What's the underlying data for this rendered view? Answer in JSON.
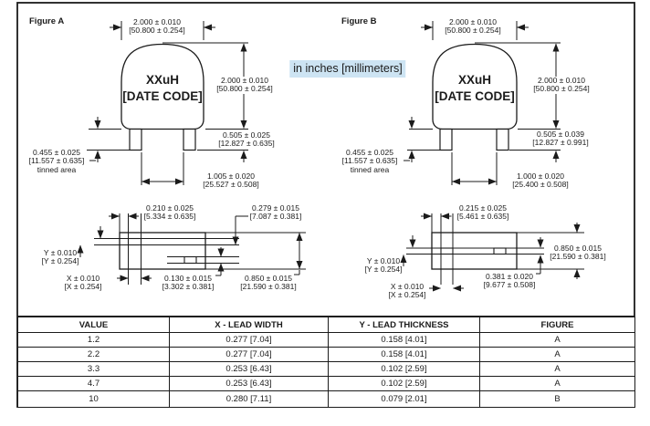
{
  "note": {
    "units": "in inches [millimeters]"
  },
  "figure_a": {
    "title": "Figure A",
    "marking": {
      "line1": "XXuH",
      "line2": "[DATE CODE]"
    },
    "front": {
      "width_in": "2.000 ± 0.010",
      "width_mm": "[50.800 ± 0.254]",
      "height_in": "2.000 ± 0.010",
      "height_mm": "[50.800 ± 0.254]",
      "lead_length_in": "0.505 ± 0.025",
      "lead_length_mm": "[12.827 ± 0.635]",
      "lead_spacing_in": "1.005 ± 0.020",
      "lead_spacing_mm": "[25.527 ± 0.508]",
      "tinned_in": "0.455 ± 0.025",
      "tinned_mm": "[11.557 ± 0.635]",
      "tinned_note": "tinned area"
    },
    "bottom": {
      "inset_in": "0.210 ± 0.025",
      "inset_mm": "[5.334 ± 0.635]",
      "depth_in": "0.279 ± 0.015",
      "depth_mm": "[7.087 ± 0.381]",
      "y_in": "Y ± 0.010",
      "y_mm": "[Y ± 0.254]",
      "x_in": "X ± 0.010",
      "x_mm": "[X ± 0.254]",
      "offset_in": "0.130 ± 0.015",
      "offset_mm": "[3.302 ± 0.381]",
      "width_in": "0.850 ± 0.015",
      "width_mm": "[21.590 ± 0.381]"
    }
  },
  "figure_b": {
    "title": "Figure B",
    "marking": {
      "line1": "XXuH",
      "line2": "[DATE CODE]"
    },
    "front": {
      "width_in": "2.000 ± 0.010",
      "width_mm": "[50.800 ± 0.254]",
      "height_in": "2.000 ± 0.010",
      "height_mm": "[50.800 ± 0.254]",
      "lead_length_in": "0.505 ± 0.039",
      "lead_length_mm": "[12.827 ± 0.991]",
      "lead_spacing_in": "1.000 ± 0.020",
      "lead_spacing_mm": "[25.400 ± 0.508]",
      "tinned_in": "0.455 ± 0.025",
      "tinned_mm": "[11.557 ± 0.635]",
      "tinned_note": "tinned area"
    },
    "bottom": {
      "inset_in": "0.215 ± 0.025",
      "inset_mm": "[5.461 ± 0.635]",
      "y_in": "Y ± 0.010",
      "y_mm": "[Y ± 0.254]",
      "x_in": "X ± 0.010",
      "x_mm": "[X ± 0.254]",
      "gap_in": "0.381 ± 0.020",
      "gap_mm": "[9.677 ± 0.508]",
      "width_in": "0.850 ± 0.015",
      "width_mm": "[21.590 ± 0.381]"
    }
  },
  "table": {
    "headers": [
      "VALUE",
      "X - LEAD WIDTH",
      "Y - LEAD THICKNESS",
      "FIGURE"
    ],
    "rows": [
      [
        "1.2",
        "0.277 [7.04]",
        "0.158 [4.01]",
        "A"
      ],
      [
        "2.2",
        "0.277 [7.04]",
        "0.158 [4.01]",
        "A"
      ],
      [
        "3.3",
        "0.253 [6.43]",
        "0.102 [2.59]",
        "A"
      ],
      [
        "4.7",
        "0.253 [6.43]",
        "0.102 [2.59]",
        "A"
      ],
      [
        "10",
        "0.280 [7.11]",
        "0.079 [2.01]",
        "B"
      ]
    ]
  }
}
